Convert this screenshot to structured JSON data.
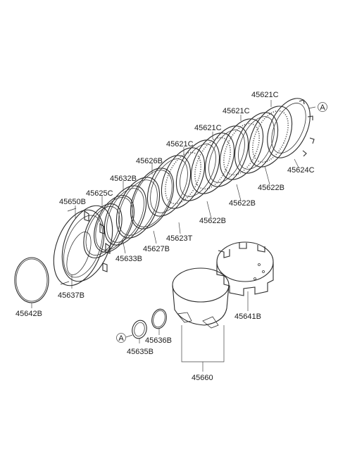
{
  "callout_ref": "A",
  "labels": {
    "p45621C_1": "45621C",
    "p45621C_2": "45621C",
    "p45621C_3": "45621C",
    "p45621C_4": "45621C",
    "p45624C": "45624C",
    "p45622B_1": "45622B",
    "p45622B_2": "45622B",
    "p45622B_3": "45622B",
    "p45626B": "45626B",
    "p45632B": "45632B",
    "p45625C": "45625C",
    "p45650B": "45650B",
    "p45623T": "45623T",
    "p45627B": "45627B",
    "p45633B": "45633B",
    "p45637B": "45637B",
    "p45642B": "45642B",
    "p45641B": "45641B",
    "p45636B": "45636B",
    "p45635B": "45635B",
    "p45660": "45660"
  }
}
